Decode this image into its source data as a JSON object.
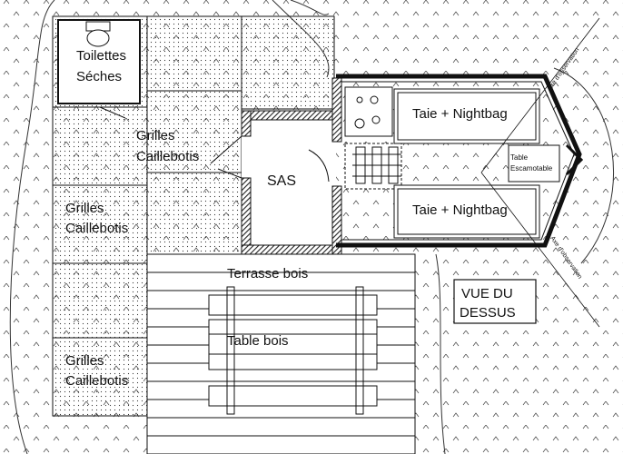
{
  "labels": {
    "toilettes_line1": "Toilettes",
    "toilettes_line2": "Séches",
    "grilles_1_line1": "Grilles",
    "grilles_1_line2": "Caillebotis",
    "grilles_2_line1": "Grilles",
    "grilles_2_line2": "Caillebotis",
    "grilles_3_line1": "Grilles",
    "grilles_3_line2": "Caillebotis",
    "sas": "SAS",
    "bed_top": "Taie + Nightbag",
    "bed_bottom": "Taie + Nightbag",
    "table_line1": "Table",
    "table_line2": "Escamotable",
    "terrasse": "Terrasse bois",
    "table_bois": "Table bois",
    "vue_line1": "VUE DU",
    "vue_line2": "DESSUS",
    "axe_top": "Axe d'observation",
    "axe_bottom": "Axe d'observation"
  },
  "colors": {
    "line": "#111111",
    "wall_hatch": "#222222",
    "background": "#ffffff"
  }
}
